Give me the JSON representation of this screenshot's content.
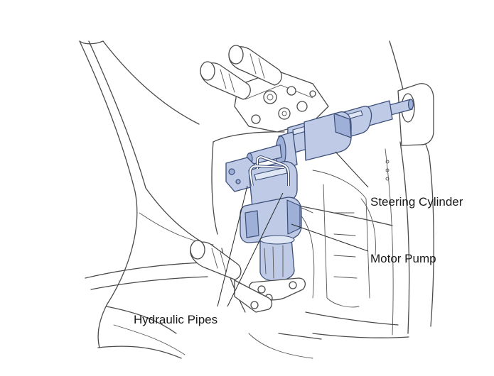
{
  "labels": {
    "steering_cylinder": "Steering Cylinder",
    "motor_pump": "Motor Pump",
    "hydraulic_pipes": "Hydraulic Pipes"
  },
  "colors": {
    "component_fill": "#bfcbe6",
    "component_outline": "#3d4f78",
    "line_art": "#4a4a4a"
  }
}
